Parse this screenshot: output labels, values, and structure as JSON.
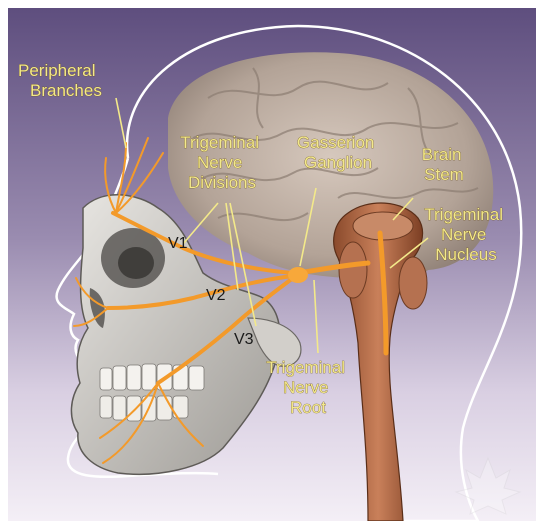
{
  "labels": {
    "peripheral_branches": [
      "Peripheral",
      "Branches"
    ],
    "trigeminal_nerve_divisions": [
      "Trigeminal",
      "Nerve",
      "Divisions"
    ],
    "gasserion_ganglion": [
      "Gasserion",
      "Ganglion"
    ],
    "brain_stem": [
      "Brain",
      "Stem"
    ],
    "trigeminal_nerve_nucleus": [
      "Trigeminal",
      "Nerve",
      "Nucleus"
    ],
    "trigeminal_nerve_root": [
      "Trigeminal",
      "Nerve",
      "Root"
    ],
    "v1": "V1",
    "v2": "V2",
    "v3": "V3"
  },
  "colors": {
    "background_top": "#6a5a88",
    "background_bottom": "#f2ecf4",
    "nerve": "#f39a2a",
    "label_text": "#f3e98a",
    "brain": "#b8a89c",
    "brainstem": "#b0623a"
  }
}
